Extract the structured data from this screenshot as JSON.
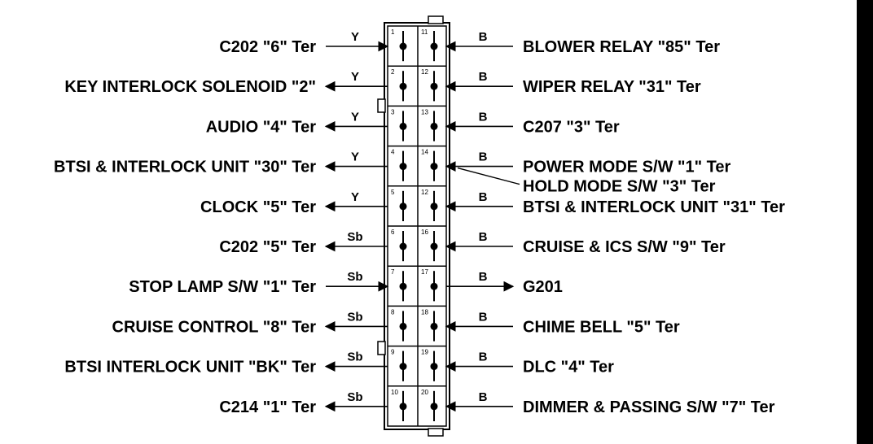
{
  "left": [
    {
      "pin": "1",
      "label": "C202 \"6\" Ter",
      "color": "Y",
      "dir": "in"
    },
    {
      "pin": "2",
      "label": "KEY INTERLOCK SOLENOID \"2\"",
      "color": "Y",
      "dir": "out"
    },
    {
      "pin": "3",
      "label": "AUDIO \"4\" Ter",
      "color": "Y",
      "dir": "out"
    },
    {
      "pin": "4",
      "label": "BTSI & INTERLOCK UNIT \"30\" Ter",
      "color": "Y",
      "dir": "out"
    },
    {
      "pin": "5",
      "label": "CLOCK \"5\" Ter",
      "color": "Y",
      "dir": "out"
    },
    {
      "pin": "6",
      "label": "C202 \"5\" Ter",
      "color": "Sb",
      "dir": "out"
    },
    {
      "pin": "7",
      "label": "STOP LAMP S/W \"1\" Ter",
      "color": "Sb",
      "dir": "in"
    },
    {
      "pin": "8",
      "label": "CRUISE CONTROL \"8\" Ter",
      "color": "Sb",
      "dir": "out"
    },
    {
      "pin": "9",
      "label": "BTSI  INTERLOCK UNIT \"BK\" Ter",
      "color": "Sb",
      "dir": "out"
    },
    {
      "pin": "10",
      "label": "C214 \"1\" Ter",
      "color": "Sb",
      "dir": "out"
    }
  ],
  "right": [
    {
      "pin": "11",
      "label": "BLOWER RELAY \"85\" Ter",
      "color": "B",
      "dir": "in"
    },
    {
      "pin": "12",
      "label": "WIPER RELAY \"31\" Ter",
      "color": "B",
      "dir": "in"
    },
    {
      "pin": "13",
      "label": "C207 \"3\" Ter",
      "color": "B",
      "dir": "in"
    },
    {
      "pin": "14",
      "label": "POWER MODE S/W \"1\" Ter",
      "label2": "HOLD MODE S/W \"3\" Ter",
      "color": "B",
      "dir": "in"
    },
    {
      "pin": "12",
      "label": "BTSI & INTERLOCK UNIT \"31\" Ter",
      "color": "B",
      "dir": "in"
    },
    {
      "pin": "16",
      "label": "CRUISE & ICS S/W \"9\" Ter",
      "color": "B",
      "dir": "in"
    },
    {
      "pin": "17",
      "label": "G201",
      "color": "B",
      "dir": "out"
    },
    {
      "pin": "18",
      "label": "CHIME BELL \"5\" Ter",
      "color": "B",
      "dir": "in"
    },
    {
      "pin": "19",
      "label": "DLC \"4\" Ter",
      "color": "B",
      "dir": "in"
    },
    {
      "pin": "20",
      "label": "DIMMER & PASSING S/W \"7\" Ter",
      "color": "B",
      "dir": "in"
    }
  ]
}
